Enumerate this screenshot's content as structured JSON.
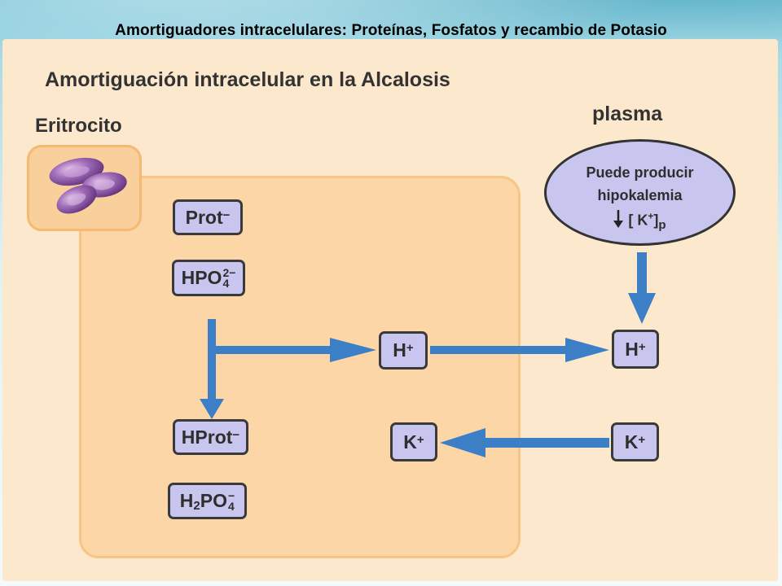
{
  "slide": {
    "title": "Amortiguadores intracelulares: Proteínas, Fosfatos y recambio de Potasio"
  },
  "diagram": {
    "heading": "Amortiguación intracelular en la Alcalosis",
    "cell_label": "Eritrocito",
    "plasma_label": "plasma",
    "oval": {
      "line1": "Puede producir",
      "line2": "hipokalemia",
      "line3_prefix": "[ K",
      "line3_sup": "+",
      "line3_suffix": "]",
      "line3_sub": "p"
    },
    "boxes": {
      "prot": {
        "base": "Prot",
        "sup": "−"
      },
      "hpo4": {
        "base": "HPO",
        "sup": "2−",
        "sub": "4"
      },
      "hprot": {
        "base": "HProt",
        "sup": "−"
      },
      "h2po4": {
        "base1": "H",
        "sub1": "2",
        "base2": "PO",
        "sup": "−",
        "sub2": "4"
      },
      "h_cell": {
        "base": "H",
        "sup": "+"
      },
      "h_plasma": {
        "base": "H",
        "sup": "+"
      },
      "k_cell": {
        "base": "K",
        "sup": "+"
      },
      "k_plasma": {
        "base": "K",
        "sup": "+"
      }
    },
    "colors": {
      "arrow": "#3d7fc6",
      "box_fill": "#c8c6ee",
      "cell_fill": "#fcd6a6",
      "panel_fill": "#fce8cc"
    }
  }
}
